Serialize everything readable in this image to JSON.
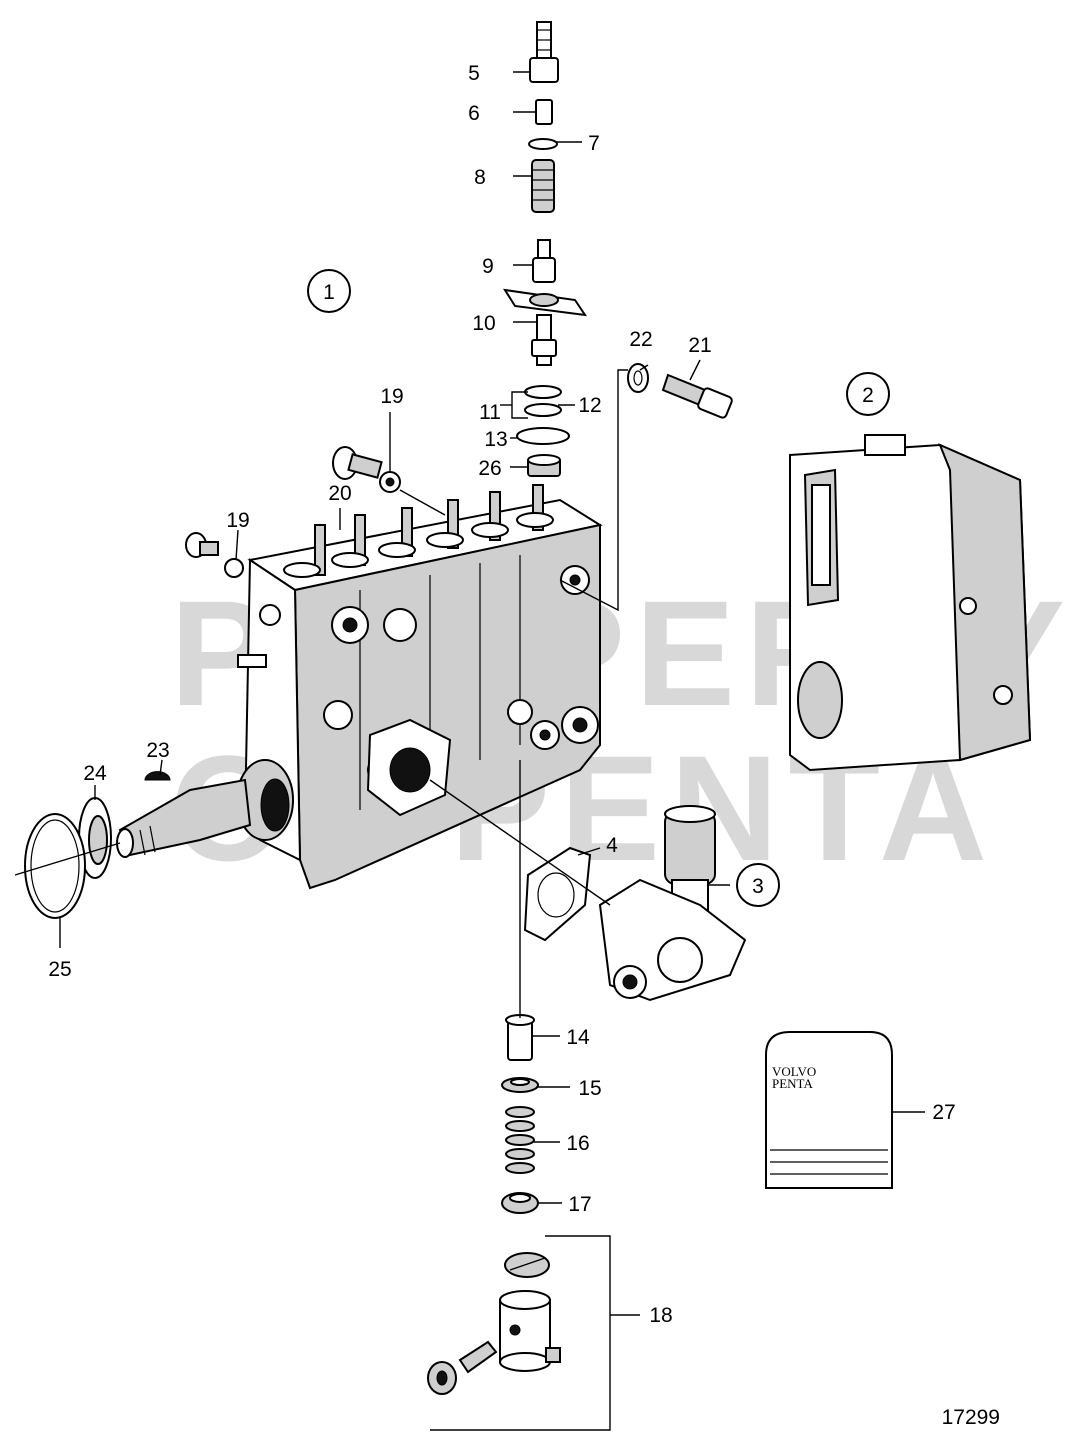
{
  "diagram": {
    "drawing_number": "17299",
    "watermark_lines": [
      "PROPERTY",
      "OF PENTA"
    ],
    "circled_callouts": [
      "1",
      "2",
      "3"
    ],
    "callouts": [
      "4",
      "5",
      "6",
      "7",
      "8",
      "9",
      "10",
      "11",
      "12",
      "13",
      "14",
      "15",
      "16",
      "17",
      "18",
      "19",
      "19",
      "20",
      "21",
      "22",
      "23",
      "24",
      "25",
      "26",
      "27"
    ],
    "manual_brand": [
      "VOLVO",
      "PENTA"
    ]
  }
}
